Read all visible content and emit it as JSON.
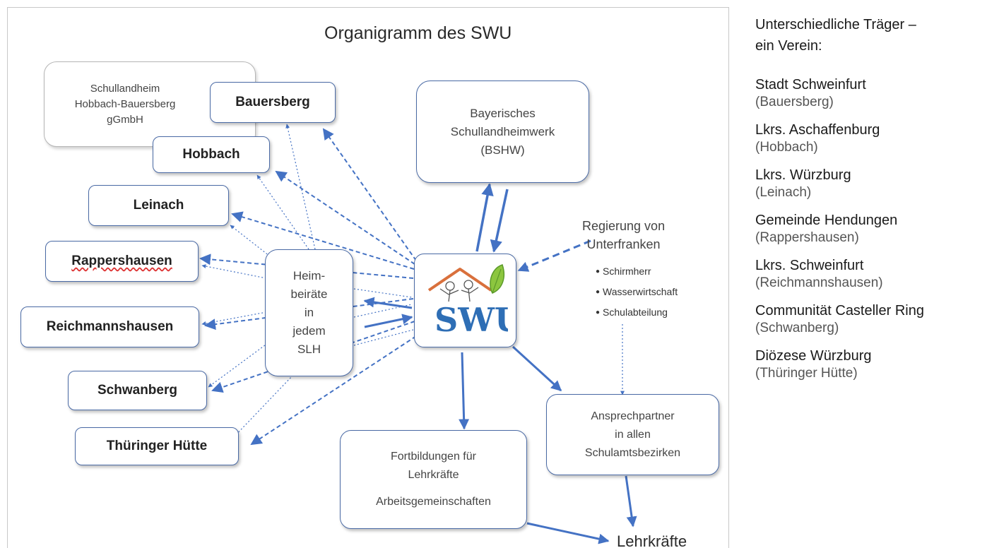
{
  "diagram": {
    "title": "Organigramm des SWU",
    "gmbh_lines": [
      "Schullandheim",
      "Hobbach-Bauersberg",
      "gGmbH"
    ],
    "houses": [
      "Bauersberg",
      "Hobbach",
      "Leinach",
      "Rappershausen",
      "Reichmannshausen",
      "Schwanberg",
      "Thüringer Hütte"
    ],
    "bshw_lines": [
      "Bayerisches",
      "Schullandheimwerk",
      "(BSHW)"
    ],
    "heimbeirat_lines": [
      "Heim-",
      "beiräte",
      "in",
      "jedem",
      "SLH"
    ],
    "logo_text": "SWU",
    "regierung_lines": [
      "Regierung von",
      "Unterfranken"
    ],
    "regierung_items": [
      "Schirmherr",
      "Wasserwirtschaft",
      "Schulabteilung"
    ],
    "ansprech_lines": [
      "Ansprechpartner",
      "in allen",
      "Schulamtsbezirken"
    ],
    "fortbildung_lines": [
      "Fortbildungen für",
      "Lehrkräfte"
    ],
    "arbeitsgemeinschaften": "Arbeitsgemeinschaften",
    "lehrkraefte": "Lehrkräfte",
    "colors": {
      "arrow": "#4472c4",
      "box_border": "#4a6aa5",
      "gray_border": "#b5b5b5"
    }
  },
  "sidebar": {
    "heading_lines": [
      "Unterschiedliche Träger –",
      "ein Verein:"
    ],
    "entries": [
      {
        "name": "Stadt Schweinfurt",
        "place": "(Bauersberg)"
      },
      {
        "name": "Lkrs. Aschaffenburg",
        "place": "(Hobbach)"
      },
      {
        "name": "Lkrs. Würzburg",
        "place": "(Leinach)"
      },
      {
        "name": "Gemeinde Hendungen",
        "place": "(Rappershausen)"
      },
      {
        "name": "Lkrs. Schweinfurt",
        "place": "(Reichmannshausen)"
      },
      {
        "name": "Communität Casteller Ring",
        "place": "(Schwanberg)"
      },
      {
        "name": "Diözese Würzburg",
        "place": "(Thüringer Hütte)"
      }
    ]
  }
}
